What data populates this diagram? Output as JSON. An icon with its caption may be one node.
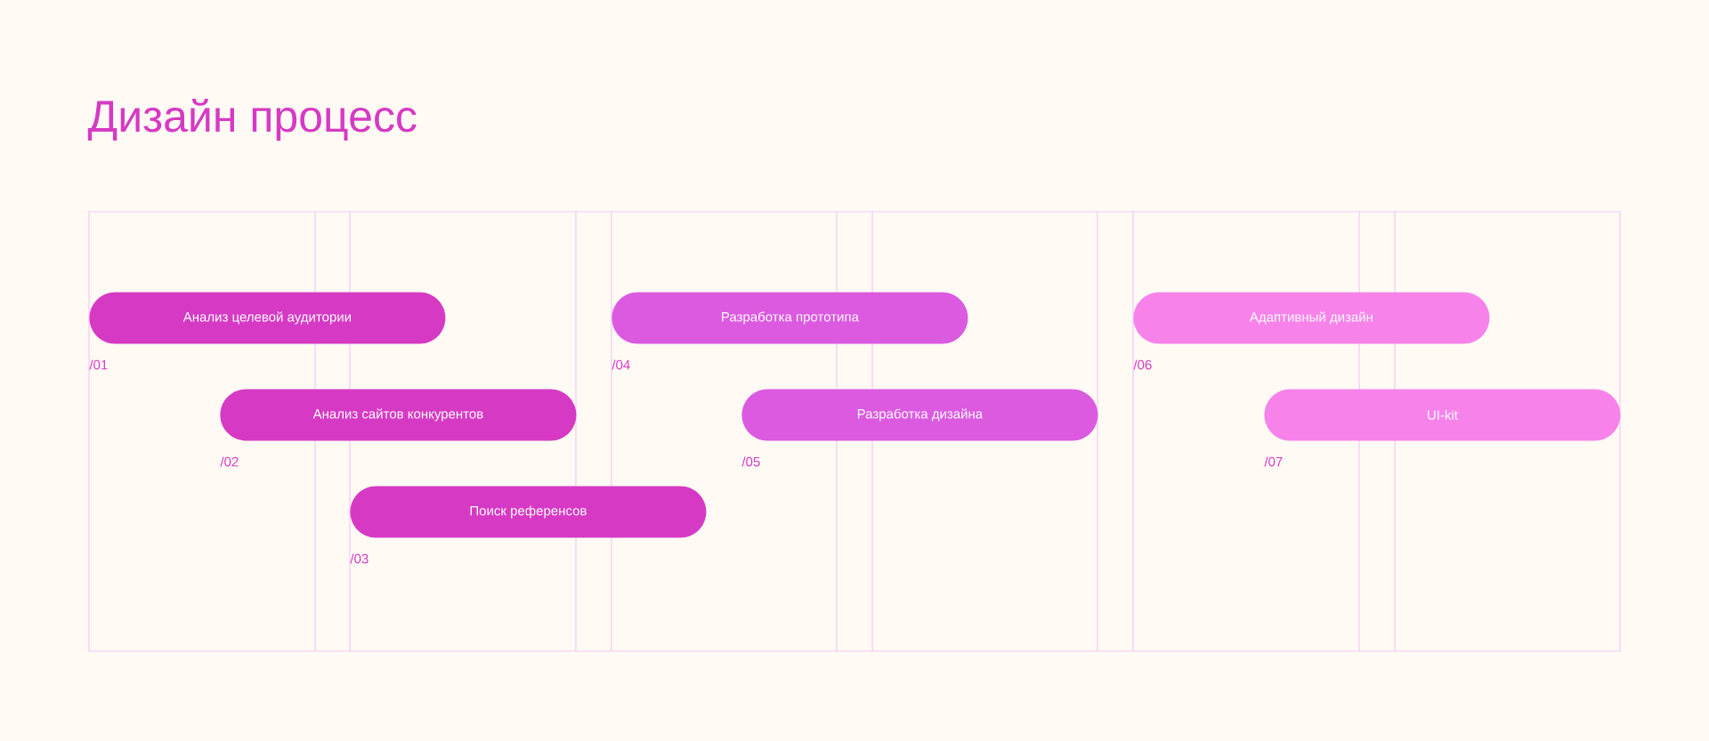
{
  "diagram": {
    "title": "Дизайн процесс",
    "nodes": [
      {
        "text": [
          "Анализ целевой аудитории"
        ],
        "beside": [
          "/01"
        ]
      },
      {
        "text": [
          "Анализ сайтов конкурентов"
        ],
        "beside": [
          "/02"
        ]
      },
      {
        "text": [
          "Поиск референсов"
        ],
        "beside": [
          "/03"
        ]
      },
      {
        "text": [
          "Разработка прототипа"
        ],
        "beside": [
          "/04"
        ]
      },
      {
        "text": [
          "Разработка дизайна"
        ],
        "beside": [
          "/05"
        ]
      },
      {
        "text": [
          "Адаптивный дизайн"
        ],
        "beside": [
          "/06"
        ]
      },
      {
        "text": [
          "UI-kit"
        ],
        "beside": [
          "/07"
        ]
      }
    ]
  }
}
